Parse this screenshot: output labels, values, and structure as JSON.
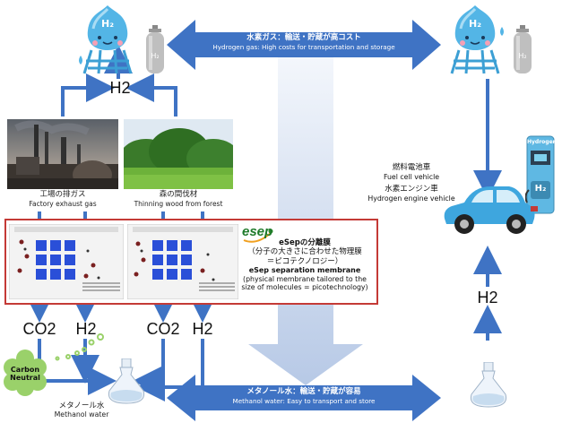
{
  "top_arrow": {
    "jp": "水素ガス：輸送・貯蔵が高コスト",
    "en": "Hydrogen gas: High costs for transportation and storage"
  },
  "bottom_arrow": {
    "jp": "メタノール水：輸送・貯蔵が容易",
    "en": "Methanol water: Easy to transport and store"
  },
  "h2_top": "H2",
  "sources": [
    {
      "jp": "工場の排ガス",
      "en": "Factory exhaust gas"
    },
    {
      "jp": "森の間伐材",
      "en": "Thinning wood from forest"
    }
  ],
  "membrane": {
    "logo": "esep",
    "title_jp": "eSepの分離膜",
    "desc_jp_1": "（分子の大きさに合わせた物理膜",
    "desc_jp_2": "＝ピコテクノロジー）",
    "title_en": "eSep separation membrane",
    "desc_en_1": "(physical membrane tailored to the",
    "desc_en_2": "size of molecules = picotechnology)"
  },
  "outputs": [
    "CO2",
    "H2",
    "CO2",
    "H2"
  ],
  "carbon_neutral": {
    "line1": "Carbon",
    "line2": "Neutral"
  },
  "methanol": {
    "jp": "メタノール水",
    "en": "Methanol water"
  },
  "vehicle": {
    "jp1": "燃料電池車",
    "en1": "Fuel cell vehicle",
    "jp2": "水素エンジン車",
    "en2": "Hydrogen engine vehicle"
  },
  "station": {
    "label": "Hydrogen",
    "badge": "H₂"
  },
  "h2_right": "H2",
  "tank_label": "H₂",
  "cylinder_label": "H₂",
  "colors": {
    "arrow": "#3f73c4",
    "frame": "#c43a36",
    "membrane": "#2a4fd8"
  }
}
